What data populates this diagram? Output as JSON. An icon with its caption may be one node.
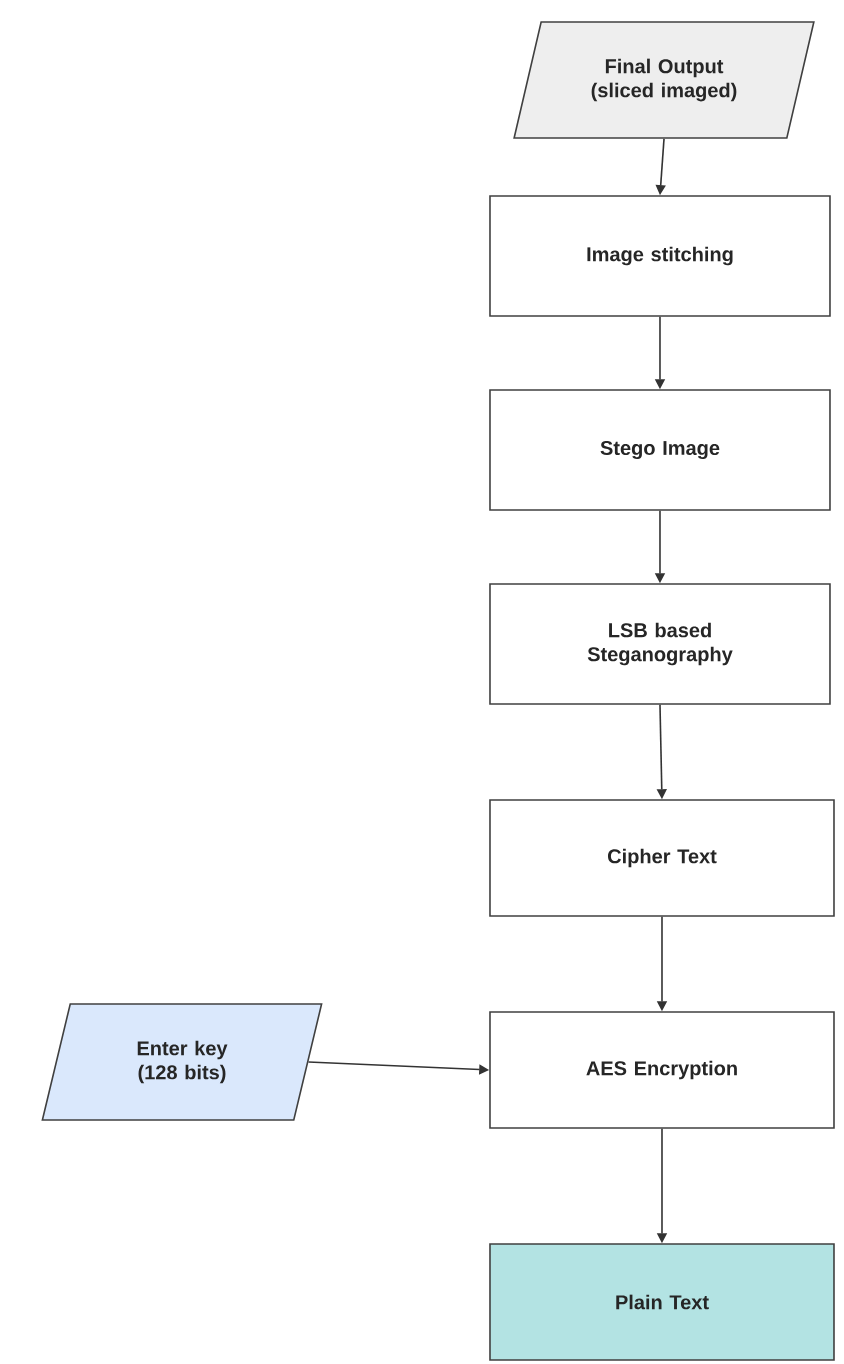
{
  "diagram": {
    "nodes": [
      {
        "text": [
          "Final Output (sliced imaged)"
        ]
      },
      {
        "text": [
          "Image stitching"
        ]
      },
      {
        "text": [
          "Stego Image"
        ]
      },
      {
        "text": [
          "LSB based Steganography"
        ]
      },
      {
        "text": [
          "Cipher Text"
        ]
      },
      {
        "text": [
          "AES Encryption"
        ]
      },
      {
        "text": [
          "Plain Text"
        ]
      },
      {
        "text": [
          "Enter key (128 bits)"
        ]
      }
    ],
    "edges": [
      {
        "from": 0,
        "to": 1,
        "arrow": "to"
      },
      {
        "from": 1,
        "to": 2,
        "arrow": "to"
      },
      {
        "from": 2,
        "to": 3,
        "arrow": "to"
      },
      {
        "from": 3,
        "to": 4,
        "arrow": "to"
      },
      {
        "from": 4,
        "to": 5,
        "arrow": "to"
      },
      {
        "from": 7,
        "to": 5,
        "arrow": "to"
      },
      {
        "from": 5,
        "to": 6,
        "arrow": "to"
      }
    ]
  }
}
